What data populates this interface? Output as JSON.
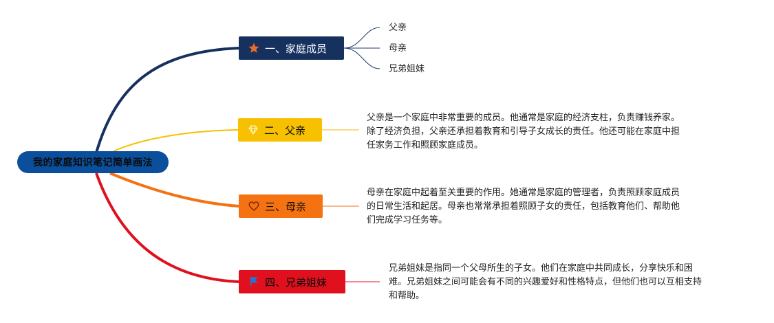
{
  "root": {
    "title": "我的家庭知识笔记简单画法"
  },
  "branches": [
    {
      "label": "一、家庭成员",
      "icon": "star-icon",
      "color": "#17315f"
    },
    {
      "label": "二、父亲",
      "icon": "diamond-icon",
      "color": "#f7c000"
    },
    {
      "label": "三、母亲",
      "icon": "heart-icon",
      "color": "#f47211"
    },
    {
      "label": "四、兄弟姐妹",
      "icon": "flag-icon",
      "color": "#e0101e"
    }
  ],
  "members": [
    "父亲",
    "母亲",
    "兄弟姐妹"
  ],
  "notes": {
    "father": [
      "父亲是一个家庭中非常重要的成员。他通常是家庭的经济支柱，负责赚钱养家。",
      "除了经济负担，父亲还承担着教育和引导子女成长的责任。他还可能在家庭中担",
      "任家务工作和照顾家庭成员。"
    ],
    "mother": [
      "母亲在家庭中起着至关重要的作用。她通常是家庭的管理者，负责照顾家庭成员",
      "的日常生活和起居。母亲也常常承担着照顾子女的责任，包括教育他们、帮助他",
      "们完成学习任务等。"
    ],
    "siblings": [
      "兄弟姐妹是指同一个父母所生的子女。他们在家庭中共同成长，分享快乐和困",
      "难。兄弟姐妹之间可能会有不同的兴趣爱好和性格特点，但他们也可以互相支持",
      "和帮助。"
    ]
  }
}
